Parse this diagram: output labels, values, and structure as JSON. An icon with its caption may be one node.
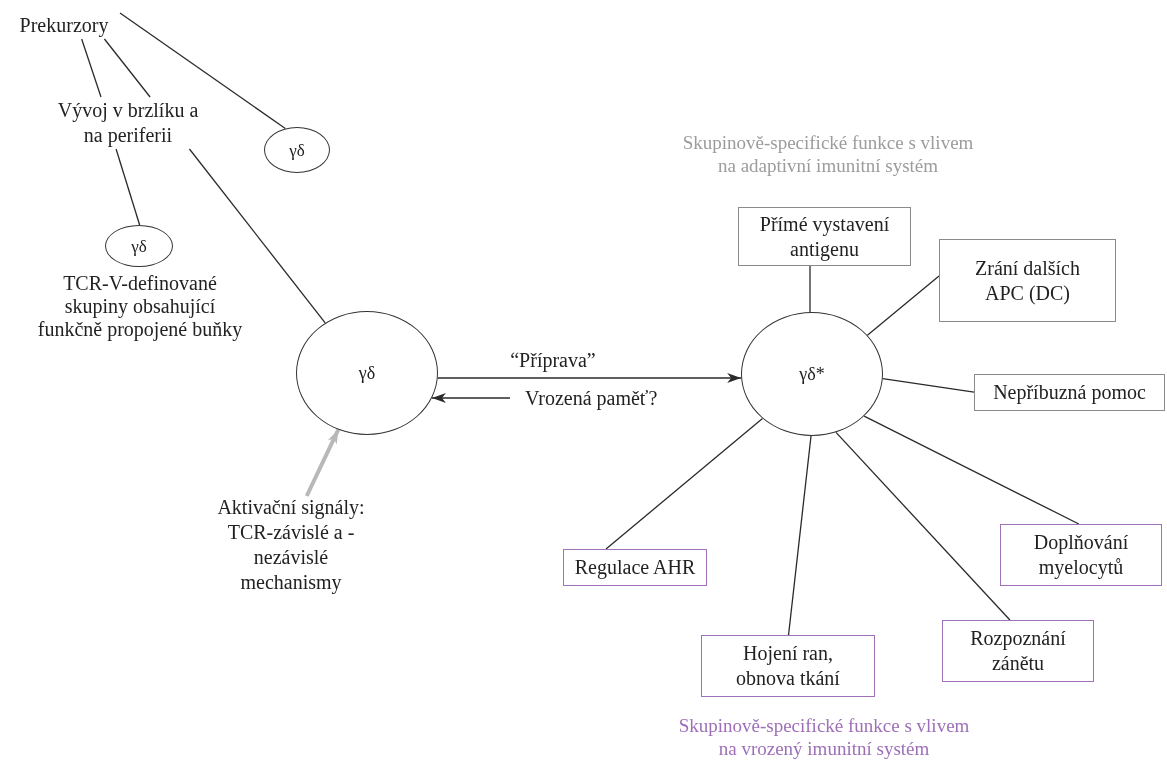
{
  "diagram": {
    "nodes": [
      {
        "text": [
          "Prekurzory"
        ]
      },
      {
        "text": [
          "Vývoj v brzlíku a na periferii"
        ]
      },
      {
        "text": [
          "γδ"
        ]
      },
      {
        "text": [
          "γδ"
        ],
        "beside": [
          "TCR-V-definované skupiny obsahující funkčně propojené buňky"
        ]
      },
      {
        "text": [
          "γδ"
        ]
      },
      {
        "text": [
          "Aktivační signály: TCR-závislé a -nezávislé mechanismy"
        ]
      },
      {
        "text": [
          "γδ*"
        ]
      },
      {
        "text": [
          "Přímé vystavení antigenu"
        ]
      },
      {
        "text": [
          "Zrání dalších APC (DC)"
        ]
      },
      {
        "text": [
          "Nepříbuzná pomoc"
        ]
      },
      {
        "text": [
          "Doplňování myelocytů"
        ]
      },
      {
        "text": [
          "Regulace AHR"
        ]
      },
      {
        "text": [
          "Rozpoznání zánětu"
        ]
      },
      {
        "text": [
          "Hojení ran, obnova tkání"
        ]
      }
    ],
    "edges": [
      {
        "from": 0,
        "to": 1,
        "arrow": "none"
      },
      {
        "from": 0,
        "to": 1,
        "arrow": "none"
      },
      {
        "from": 0,
        "to": 2,
        "arrow": "none"
      },
      {
        "from": 1,
        "to": 3,
        "arrow": "none"
      },
      {
        "from": 1,
        "to": 4,
        "arrow": "none"
      },
      {
        "from": 4,
        "to": 6,
        "arrow": "to",
        "label": "“Příprava”"
      },
      {
        "from": null,
        "to": 4,
        "arrow": "to",
        "label": "Vrozená paměť?"
      },
      {
        "from": 5,
        "to": 4,
        "arrow": "to",
        "style": "thick",
        "color": "#b8b8b8"
      },
      {
        "from": 6,
        "to": 7,
        "arrow": "none"
      },
      {
        "from": 6,
        "to": 8,
        "arrow": "none"
      },
      {
        "from": 6,
        "to": 9,
        "arrow": "none"
      },
      {
        "from": 6,
        "to": 10,
        "arrow": "none"
      },
      {
        "from": 6,
        "to": 11,
        "arrow": "none"
      },
      {
        "from": 6,
        "to": 12,
        "arrow": "none"
      },
      {
        "from": 6,
        "to": 13,
        "arrow": "none"
      }
    ],
    "labels": [
      "Skupinově-specifické funkce s vlivem na adaptivní imunitní systém",
      "Skupinově-specifické funkce s vlivem na vrozený imunitní systém"
    ]
  }
}
